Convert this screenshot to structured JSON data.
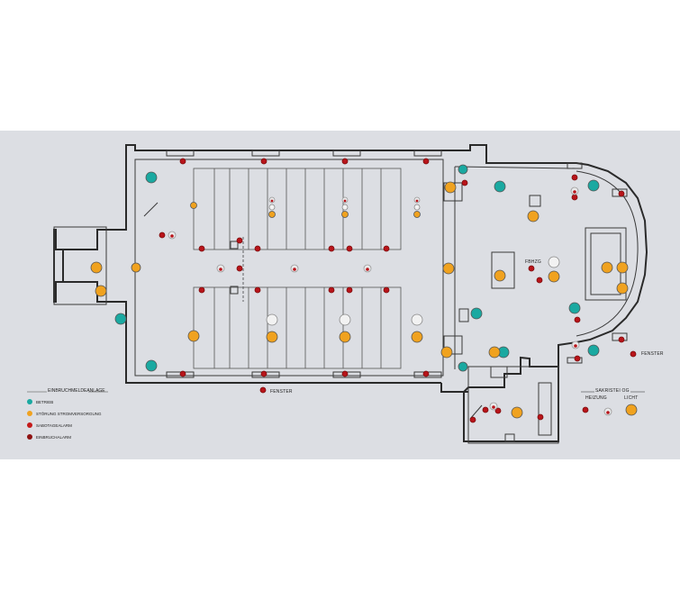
{
  "panel": {
    "title": "EINBRUCHMELDEANLAGE",
    "sakristei_title": "SAKRISTEI OG",
    "labels": {
      "fbhzg": "FBHZG",
      "fenster_1": "FENSTER",
      "fenster_2": "FENSTER",
      "heizung": "HEIZUNG",
      "licht": "LICHT"
    },
    "legend": [
      {
        "label": "BETRIEB",
        "color": "#1aa9a1"
      },
      {
        "label": "STÖRUNG STROMVERSORGUNG",
        "color": "#f0a21f"
      },
      {
        "label": "SABOTAGEALARM",
        "color": "#c41a1a"
      },
      {
        "label": "EINBRUCHALARM",
        "color": "#8e1212"
      }
    ]
  },
  "colors": {
    "background": "#dcdee3",
    "teal": "#1aa9a1",
    "orange": "#f0a21f",
    "red": "#b8141a",
    "white": "#f2f2f2"
  }
}
